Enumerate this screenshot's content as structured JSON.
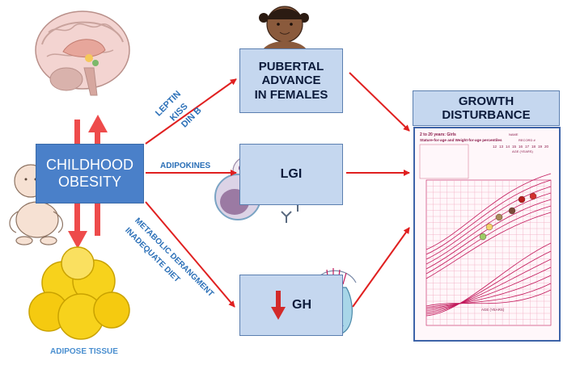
{
  "boxes": {
    "obesity": "CHILDHOOD\nOBESITY",
    "pubertal": "PUBERTAL\nADVANCE\nIN FEMALES",
    "lgi": "LGI",
    "gh": "GH",
    "growth": "GROWTH\nDISTURBANCE"
  },
  "labels": {
    "leptin": [
      "LEPTIN",
      "KISS",
      "DIN B"
    ],
    "adipokines": "ADIPOKINES",
    "metabolic": [
      "METABOLIC DERANGMENT",
      "INADEQUATE DIET"
    ],
    "adipose_tissue": "ADIPOSE TISSUE"
  },
  "growth_chart": {
    "header_line1": "2 to 20 years: Girls",
    "header_line2": "Stature-for-age and Weight-for-age percentiles",
    "name_label": "NAME",
    "record_label": "RECORD #",
    "age_label": "AGE (YEARS)",
    "top_ages": [
      "12",
      "13",
      "14",
      "15",
      "16",
      "17",
      "18",
      "19",
      "20"
    ],
    "bottom_age_label": "AGE (YEARS)"
  },
  "colors": {
    "box_fill": "#c5d7ef",
    "obesity_fill": "#4a80c9",
    "arrow_red": "#e02020",
    "thick_arrow": "#ee4b4b",
    "label_blue": "#2a6fb7",
    "chart_curve": "#c2185b",
    "chart_border": "#3d63a8"
  },
  "icons": [
    "brain-icon",
    "girl-icon",
    "baby-icon",
    "adipose-cells-icon",
    "immune-cells-icon",
    "pituitary-icon",
    "down-arrow-icon"
  ]
}
